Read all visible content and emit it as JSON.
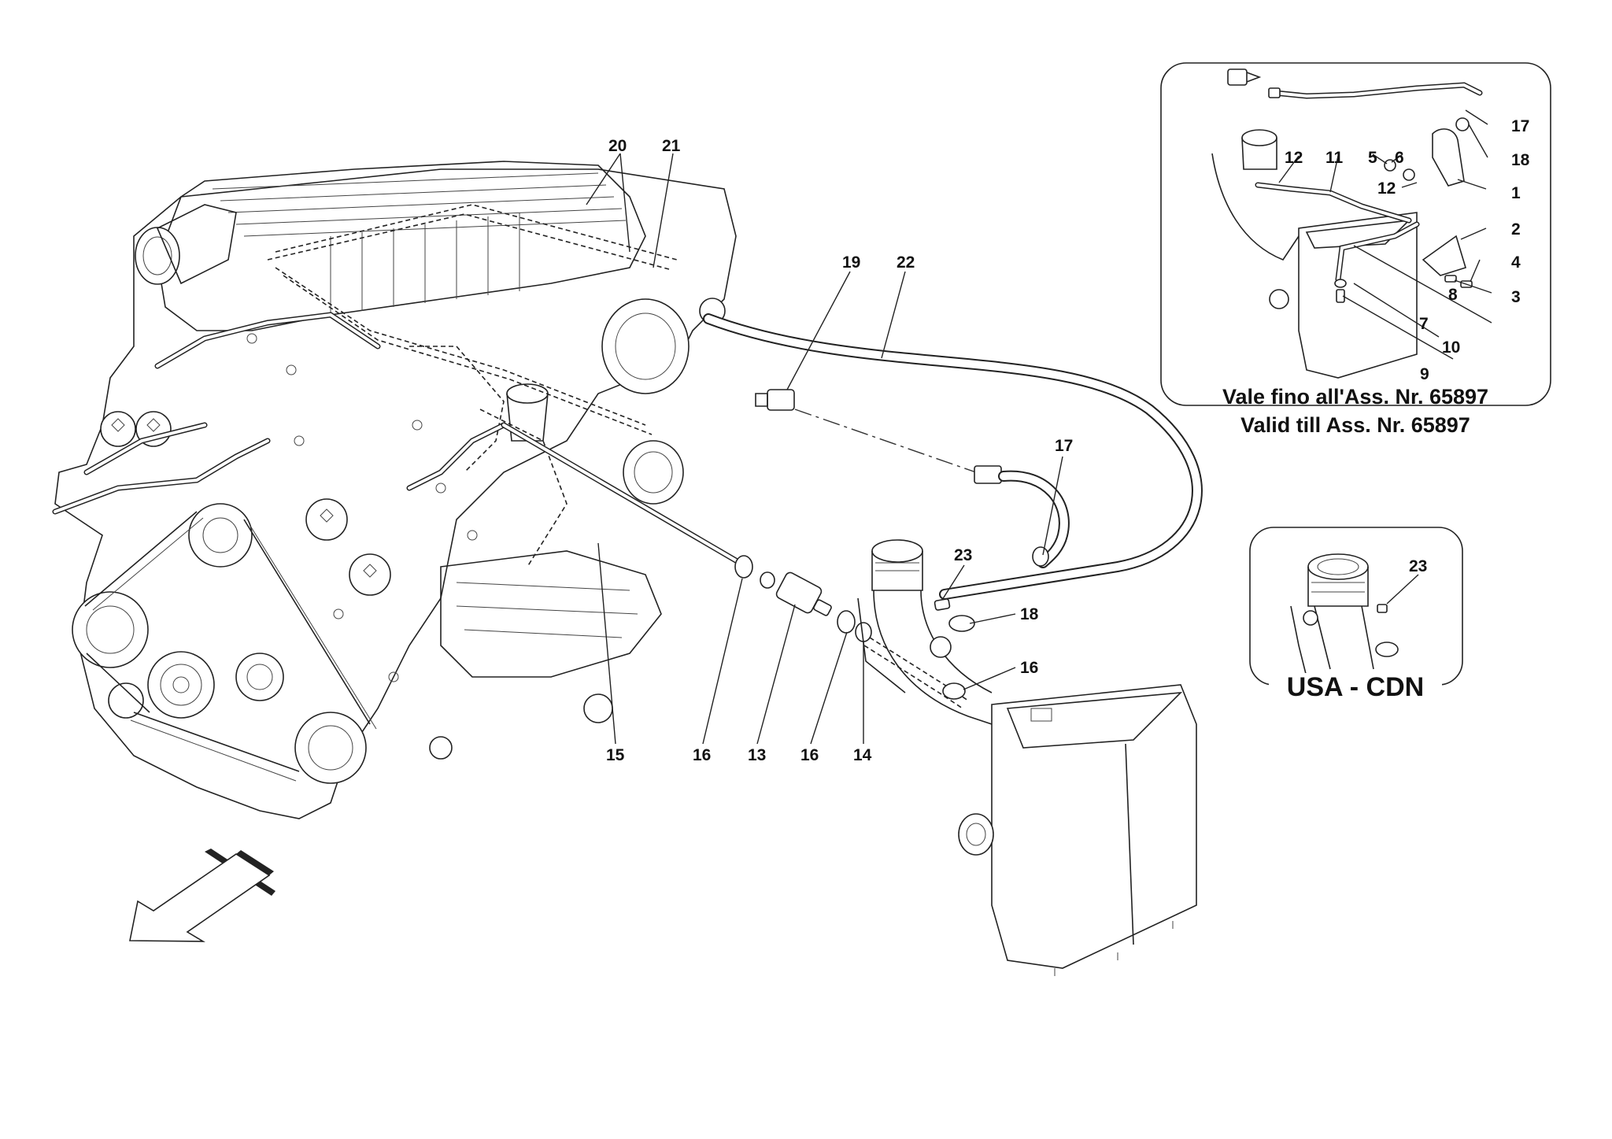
{
  "callouts": {
    "c1": "1",
    "c2": "2",
    "c3": "3",
    "c4": "4",
    "c5": "5",
    "c6": "6",
    "c7": "7",
    "c8": "8",
    "c9": "9",
    "c10": "10",
    "c11": "11",
    "c12": "12",
    "c13": "13",
    "c14": "14",
    "c15": "15",
    "c16": "16",
    "c17": "17",
    "c18": "18",
    "c19": "19",
    "c20": "20",
    "c21": "21",
    "c22": "22",
    "c23": "23"
  },
  "inset_top_right": {
    "caption_it": "Vale fino all'Ass. Nr. 65897",
    "caption_en": "Valid till Ass. Nr. 65897"
  },
  "inset_usa": {
    "caption": "USA - CDN"
  },
  "icons": {
    "direction": "arrow-front-left-icon"
  }
}
